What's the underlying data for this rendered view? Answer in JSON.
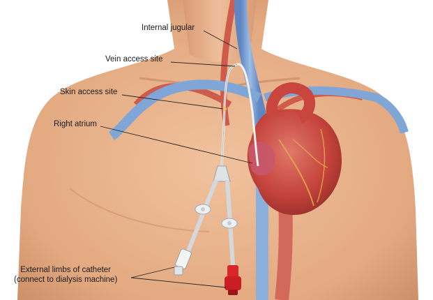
{
  "labels": {
    "internal_jugular": "Internal jugular",
    "vein_access_site": "Vein access site",
    "skin_access_site": "Skin access site",
    "right_atrium": "Right atrium",
    "external_limbs_line1": "External limbs of catheter",
    "external_limbs_line2": "(connect to dialysis machine)"
  },
  "colors": {
    "skin": "#e8b48e",
    "skin_shadow": "#c98c66",
    "vein_blue": "#7fa6d6",
    "artery_red": "#d4574a",
    "heart": "#c9463f",
    "catheter": "#d9dde0",
    "red_connector": "#d8262b"
  }
}
